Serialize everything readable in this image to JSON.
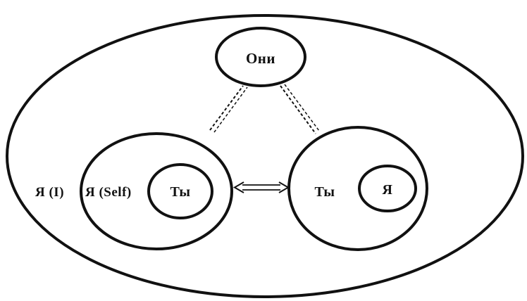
{
  "diagram": {
    "nodes": {
      "they": "Они",
      "self_outer_i": "Я (I)",
      "self_outer_self": "Я (Self)",
      "self_inner_you": "Ты",
      "other_outer_you": "Ты",
      "other_inner_i": "Я"
    },
    "edges": [
      {
        "from": "self_circle",
        "to": "they",
        "style": "dashed"
      },
      {
        "from": "other_circle",
        "to": "they",
        "style": "dashed"
      },
      {
        "from": "self_circle",
        "to": "other_circle",
        "style": "double-arrow"
      }
    ],
    "colors": {
      "stroke": "#111111",
      "background": "#ffffff"
    }
  }
}
